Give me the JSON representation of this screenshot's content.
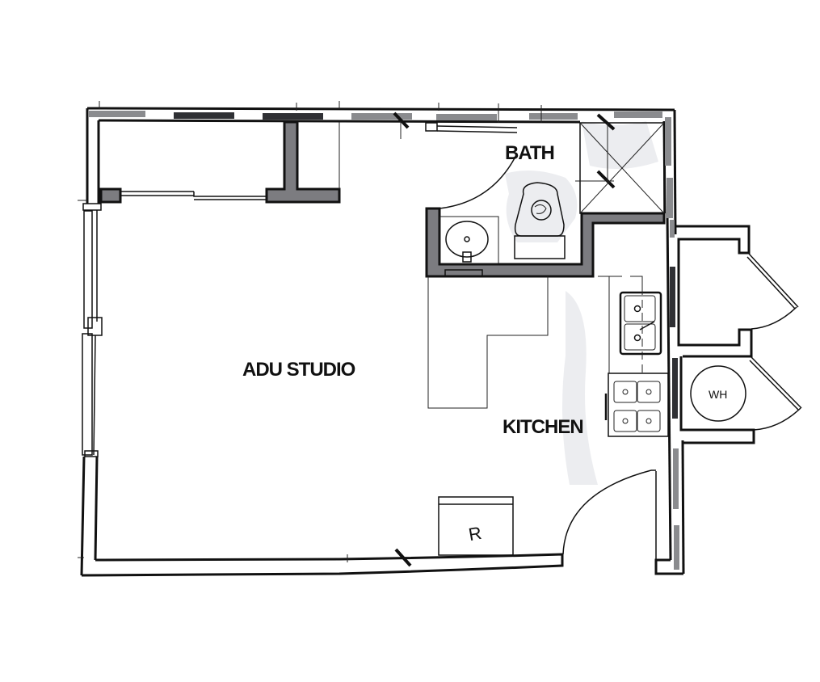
{
  "plan": {
    "rooms": {
      "studio": "ADU STUDIO",
      "bath": "BATH",
      "kitchen": "KITCHEN"
    },
    "fixtures": {
      "refrigerator": "R",
      "water_heater": "WH"
    },
    "colors": {
      "wall_line": "#111111",
      "wall_fill_gray": "#7c7c80",
      "window_dark": "#2f3034",
      "window_light": "#8a8b8e",
      "background": "#ffffff"
    }
  }
}
